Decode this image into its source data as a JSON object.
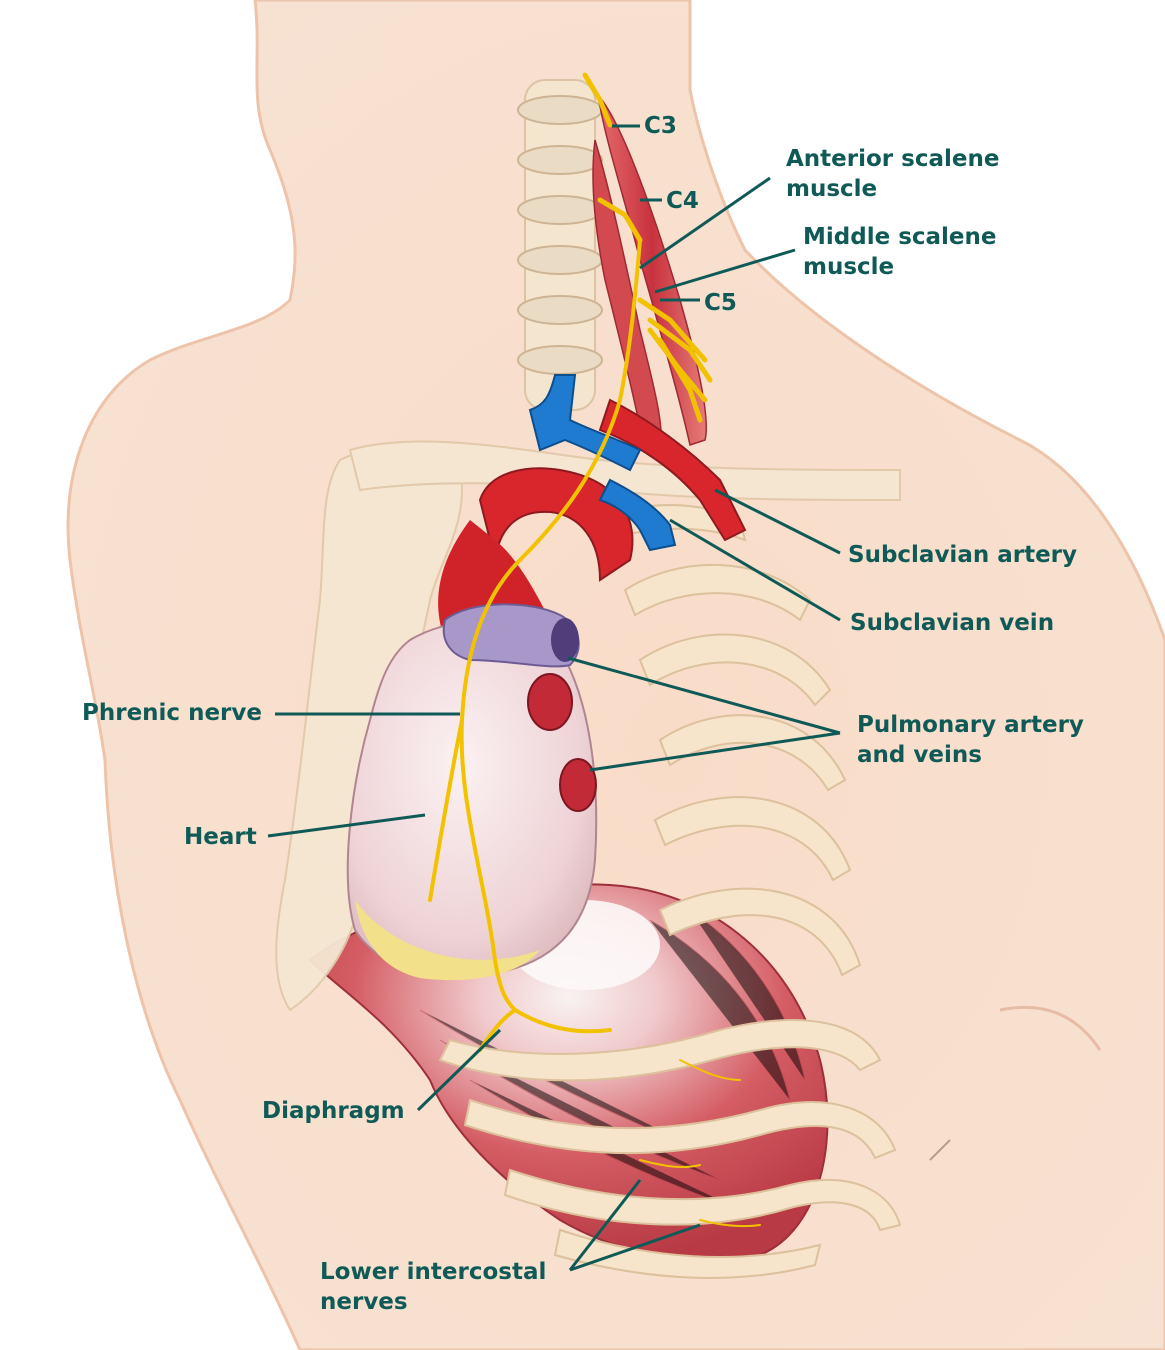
{
  "colors": {
    "label": "#0f5a56",
    "leader": "#0f5a56",
    "skin": "#f6d9c4",
    "skin_outline": "#e9bfa6",
    "bone": "#f5e6cf",
    "bone_outline": "#e0c9a8",
    "muscle": "#d8474f",
    "muscle_dark": "#a72b36",
    "artery": "#d8262c",
    "vein": "#1f7bd0",
    "nerve": "#f2c200",
    "heart": "#f3dedf",
    "heart_fat": "#f2e08a",
    "pulmonary_trunk": "#a898c9",
    "diaphragm": "#d9636a",
    "central_tendon": "#f4ecec"
  },
  "labels": {
    "c3": "C3",
    "c4": "C4",
    "c5": "C5",
    "anterior_scalene": [
      "Anterior scalene",
      "muscle"
    ],
    "middle_scalene": [
      "Middle scalene",
      "muscle"
    ],
    "subclavian_artery": "Subclavian artery",
    "subclavian_vein": "Subclavian vein",
    "pulmonary": [
      "Pulmonary artery",
      "and veins"
    ],
    "phrenic_nerve": "Phrenic nerve",
    "heart": "Heart",
    "diaphragm": "Diaphragm",
    "lower_intercostal": [
      "Lower intercostal",
      "nerves"
    ]
  },
  "icons": {
    "vertebra": "vertebra-icon"
  }
}
